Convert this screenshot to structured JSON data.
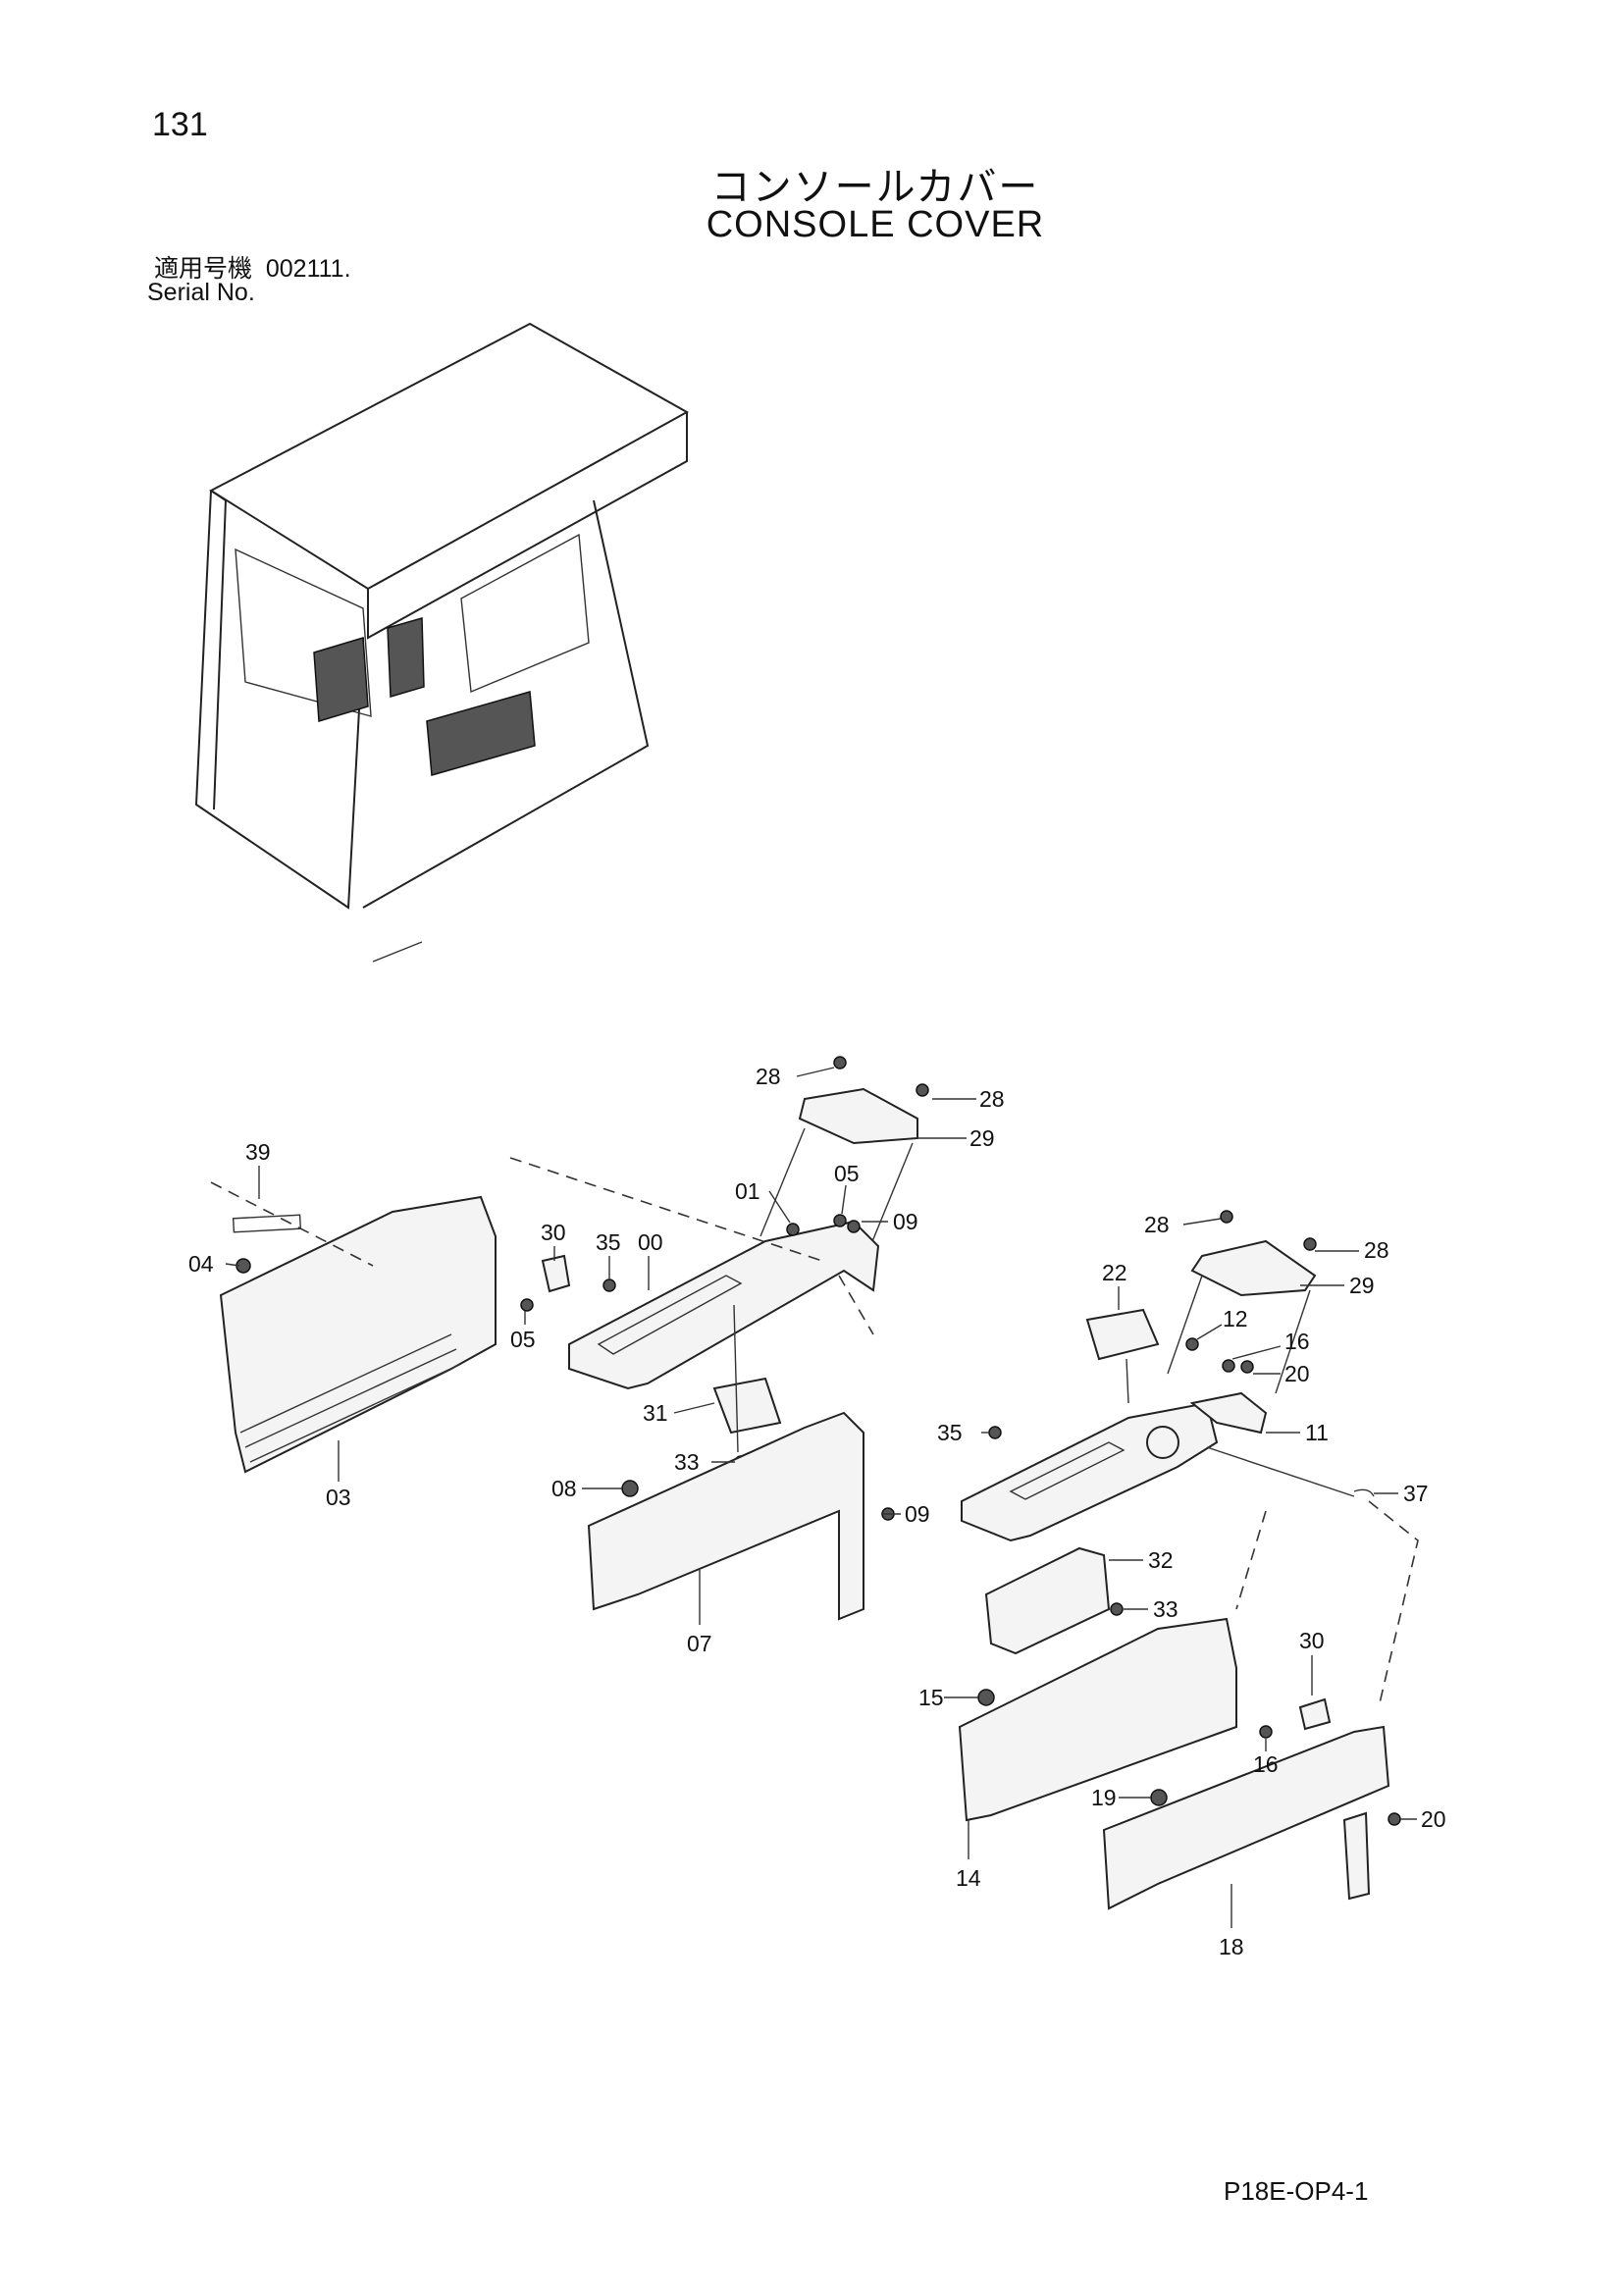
{
  "header": {
    "page_number": "131",
    "title_jp": "コンソールカバー",
    "title_en": "CONSOLE COVER",
    "serial_label_jp": "適用号機",
    "serial_value": "002111.",
    "serial_label_en": "Serial No."
  },
  "callouts": {
    "c_28a": "28",
    "c_28b": "28",
    "c_29a": "29",
    "c_01": "01",
    "c_05a": "05",
    "c_09a": "09",
    "c_39": "39",
    "c_30a": "30",
    "c_35a": "35",
    "c_00": "00",
    "c_04": "04",
    "c_05b": "05",
    "c_03": "03",
    "c_31": "31",
    "c_33a": "33",
    "c_08": "08",
    "c_09b": "09",
    "c_07": "07",
    "c_28c": "28",
    "c_28d": "28",
    "c_29b": "29",
    "c_22": "22",
    "c_12": "12",
    "c_16a": "16",
    "c_20a": "20",
    "c_35b": "35",
    "c_11": "11",
    "c_37": "37",
    "c_32": "32",
    "c_33b": "33",
    "c_30b": "30",
    "c_15": "15",
    "c_16b": "16",
    "c_19": "19",
    "c_20b": "20",
    "c_14": "14",
    "c_18": "18"
  },
  "footer": {
    "code": "P18E-OP4-1"
  }
}
